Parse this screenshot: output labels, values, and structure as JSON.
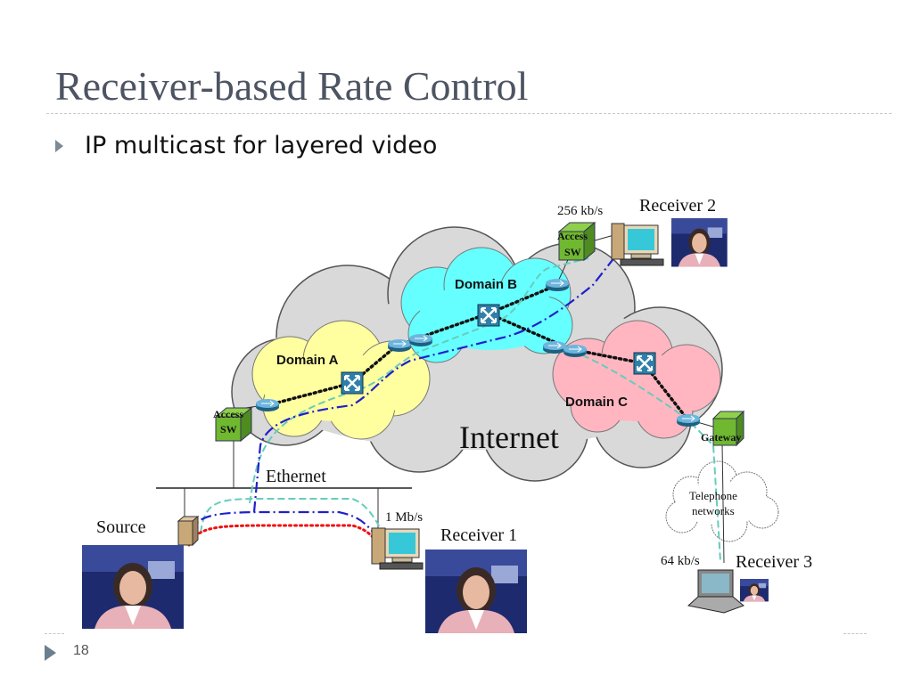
{
  "slide": {
    "title": "Receiver-based Rate Control",
    "bullet": "IP multicast for layered video",
    "page_number": "18"
  },
  "diagram": {
    "cloud_label": "Internet",
    "domains": [
      "Domain A",
      "Domain B",
      "Domain C"
    ],
    "access_switch": [
      "Access",
      "SW"
    ],
    "gateway": "Gateway",
    "telephone": [
      "Telephone",
      "networks"
    ],
    "ethernet": "Ethernet",
    "source": "Source",
    "receivers": [
      "Receiver 1",
      "Receiver 2",
      "Receiver 3"
    ],
    "rates": [
      "1 Mb/s",
      "256 kb/s",
      "64 kb/s"
    ],
    "colors": {
      "domain_a": "#ffffa0",
      "domain_b": "#66ffff",
      "domain_c": "#ffb6c1",
      "internet_cloud": "#d9d9d9",
      "stream_blue": "#2020cc",
      "stream_teal": "#66ccbb",
      "stream_red": "#ee1111",
      "router": "#2f7fa8"
    }
  }
}
